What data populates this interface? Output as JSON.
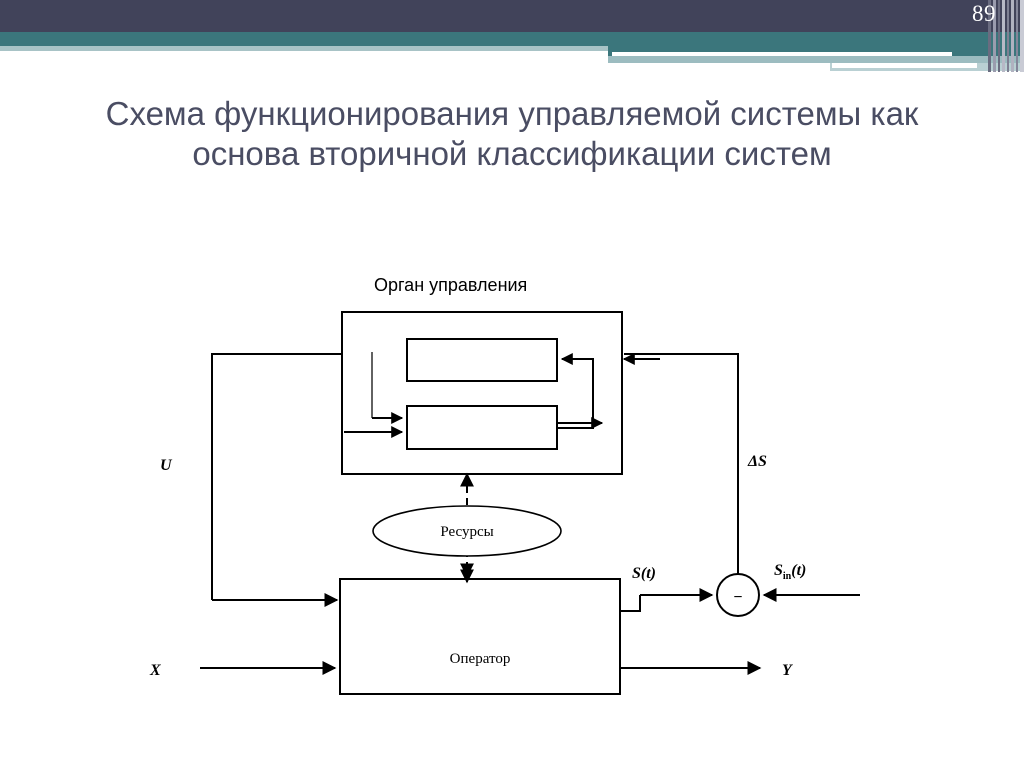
{
  "slide": {
    "page_number": "89",
    "title": "Схема функционирования управляемой системы как основа вторичной классификации систем",
    "colors": {
      "header_dark": "#41435a",
      "header_teal": "#3b767c",
      "header_pale": "#a8c3c6",
      "title_text": "#4a4d63",
      "diagram_stroke": "#000000"
    }
  },
  "diagram": {
    "control_unit_caption": "Орган управления",
    "inner_block_top": "",
    "inner_block_bottom": "",
    "resources_node": "Ресурсы",
    "operator_node": "Оператор",
    "labels": {
      "control_input": "U",
      "system_input": "X",
      "system_output": "Y",
      "state_signal": "S (t)",
      "state_signal_base": "S",
      "state_signal_arg": "(t)",
      "reference_signal_base": "S",
      "reference_signal_sub": "in",
      "reference_signal_arg": "(t)",
      "error_signal": "ΔS",
      "comparator_sign": "−"
    }
  }
}
